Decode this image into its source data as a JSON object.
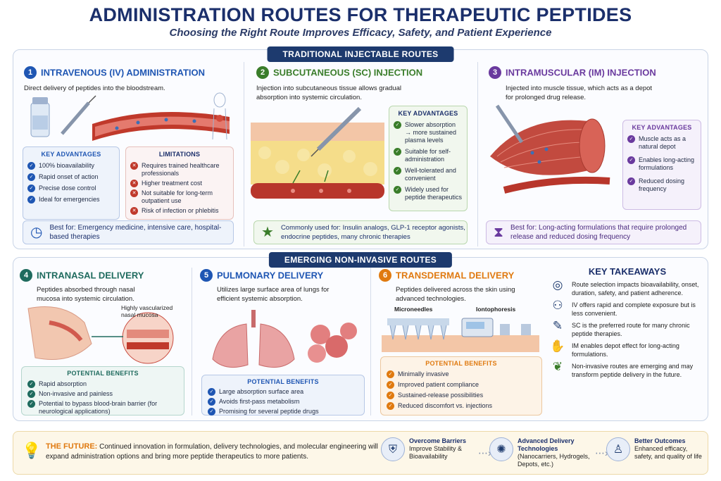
{
  "header": {
    "title": "ADMINISTRATION ROUTES FOR THERAPEUTIC PEPTIDES",
    "subtitle": "Choosing the Right Route Improves Efficacy, Safety, and Patient Experience"
  },
  "sections": {
    "traditional": "TRADITIONAL INJECTABLE ROUTES",
    "emerging": "EMERGING NON-INVASIVE ROUTES"
  },
  "iv": {
    "num": "1",
    "title": "INTRAVENOUS (IV) ADMINISTRATION",
    "desc": "Direct delivery of peptides into the bloodstream.",
    "adv_title": "KEY ADVANTAGES",
    "advantages": [
      "100% bioavailability",
      "Rapid onset of action",
      "Precise dose control",
      "Ideal for emergencies"
    ],
    "lim_title": "LIMITATIONS",
    "limitations": [
      "Requires trained healthcare professionals",
      "Higher treatment cost",
      "Not suitable for long-term outpatient use",
      "Risk of infection or phlebitis"
    ],
    "best_for": "Best for: Emergency medicine, intensive care, hospital-based therapies"
  },
  "sc": {
    "num": "2",
    "title": "SUBCUTANEOUS (SC) INJECTION",
    "desc": "Injection into subcutaneous tissue allows gradual absorption into systemic circulation.",
    "adv_title": "KEY ADVANTAGES",
    "advantages": [
      "Slower absorption → more sustained plasma levels",
      "Suitable for self-administration",
      "Well-tolerated and convenient",
      "Widely used for peptide therapeutics"
    ],
    "common": "Commonly used for: Insulin analogs, GLP-1 receptor agonists, endocrine peptides, many chronic therapies"
  },
  "im": {
    "num": "3",
    "title": "INTRAMUSCULAR (IM) INJECTION",
    "desc": "Injected into muscle tissue, which acts as a depot for prolonged drug release.",
    "adv_title": "KEY ADVANTAGES",
    "advantages": [
      "Muscle acts as a natural depot",
      "Enables long-acting formulations",
      "Reduced dosing frequency"
    ],
    "best_for": "Best for: Long-acting formulations that require prolonged release and reduced dosing frequency"
  },
  "nasal": {
    "num": "4",
    "title": "INTRANASAL DELIVERY",
    "desc": "Peptides absorbed through nasal mucosa into systemic circulation.",
    "callout": "Highly vascularized nasal mucosa",
    "ben_title": "POTENTIAL BENEFITS",
    "benefits": [
      "Rapid absorption",
      "Non-invasive and painless",
      "Potential to bypass blood-brain barrier (for neurological applications)"
    ]
  },
  "pulm": {
    "num": "5",
    "title": "PULMONARY DELIVERY",
    "desc": "Utilizes large surface area of lungs for efficient systemic absorption.",
    "ben_title": "POTENTIAL BENEFITS",
    "benefits": [
      "Large absorption surface area",
      "Avoids first-pass metabolism",
      "Promising for several peptide drugs"
    ]
  },
  "td": {
    "num": "6",
    "title": "TRANSDERMAL DELIVERY",
    "desc": "Peptides delivered across the skin using advanced technologies.",
    "label_micro": "Microneedles",
    "label_ionto": "Iontophoresis",
    "ben_title": "POTENTIAL BENEFITS",
    "benefits": [
      "Minimally invasive",
      "Improved patient compliance",
      "Sustained-release possibilities",
      "Reduced discomfort vs. injections"
    ]
  },
  "takeaways": {
    "title": "KEY TAKEAWAYS",
    "items": [
      "Route selection impacts bioavailability, onset, duration, safety, and patient adherence.",
      "IV offers rapid and complete exposure but is less convenient.",
      "SC is the preferred route for many chronic peptide therapies.",
      "IM enables depot effect for long-acting formulations.",
      "Non-invasive routes are emerging and may transform peptide delivery in the future."
    ]
  },
  "footer": {
    "future_label": "THE FUTURE:",
    "future_text": "Continued innovation in formulation, delivery technologies, and molecular engineering will expand administration options and bring more peptide therapeutics to more patients.",
    "item1_title": "Overcome Barriers",
    "item1_text": "Improve Stability & Bioavailability",
    "item2_title": "Advanced Delivery Technologies",
    "item2_text": "(Nanocarriers, Hydrogels, Depots, etc.)",
    "item3_title": "Better Outcomes",
    "item3_text": "Enhanced efficacy, safety, and quality of life"
  },
  "colors": {
    "iv": "#1f56b3",
    "sc": "#3a7d2a",
    "im": "#6a3a9e",
    "nasal": "#1f6b5e",
    "pulm": "#1f56b3",
    "td": "#e07a10"
  }
}
